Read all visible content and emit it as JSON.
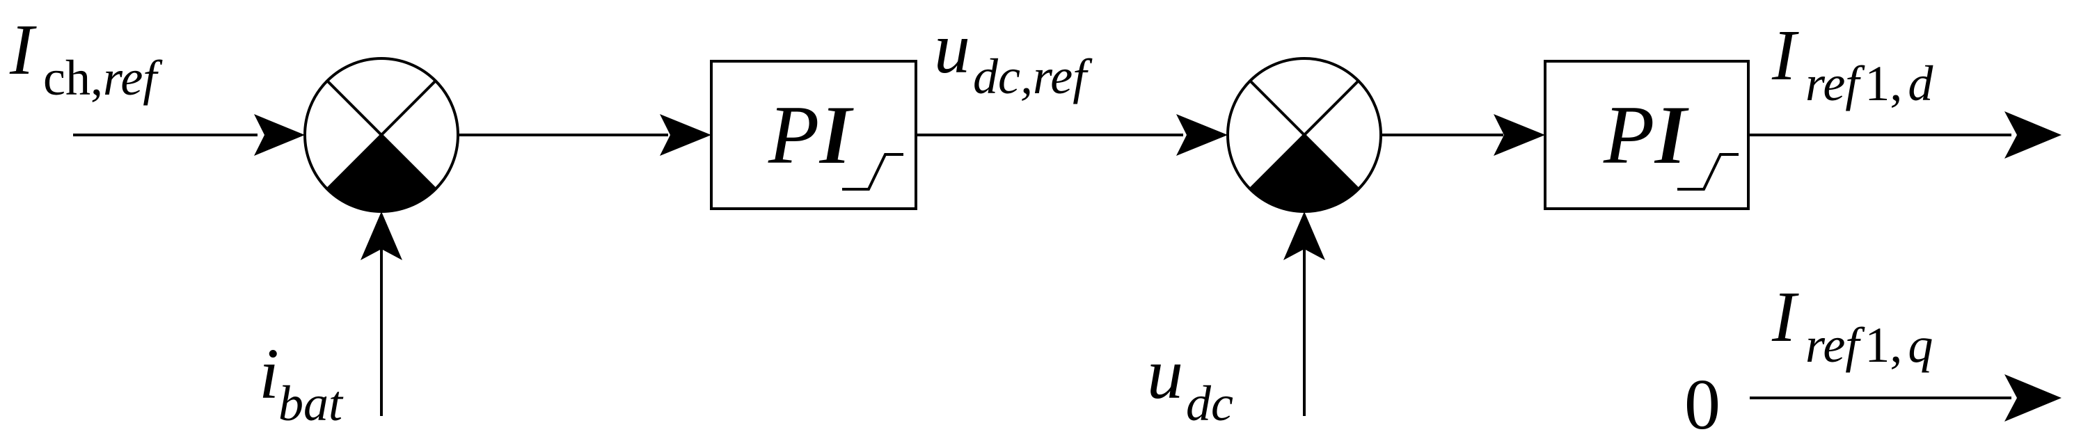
{
  "inputs": {
    "charge_current_ref": {
      "main": "I",
      "sub": "ch,",
      "sub_italic": "ref"
    },
    "battery_current": {
      "main": "i",
      "sub": "bat"
    },
    "dc_voltage": {
      "main": "u",
      "sub": "dc"
    },
    "zero_input": "0"
  },
  "signals": {
    "dc_voltage_ref": {
      "main": "u",
      "sub": "dc,ref"
    }
  },
  "outputs": {
    "d_axis_ref": {
      "main": "I",
      "sub_italic": "ref",
      "sub_number": "1,",
      "sub_axis": "d"
    },
    "q_axis_ref": {
      "main": "I",
      "sub_italic": "ref",
      "sub_number": "1,",
      "sub_axis": "q"
    }
  },
  "blocks": {
    "current_controller": {
      "label": "PI"
    },
    "voltage_controller": {
      "label": "PI"
    }
  }
}
